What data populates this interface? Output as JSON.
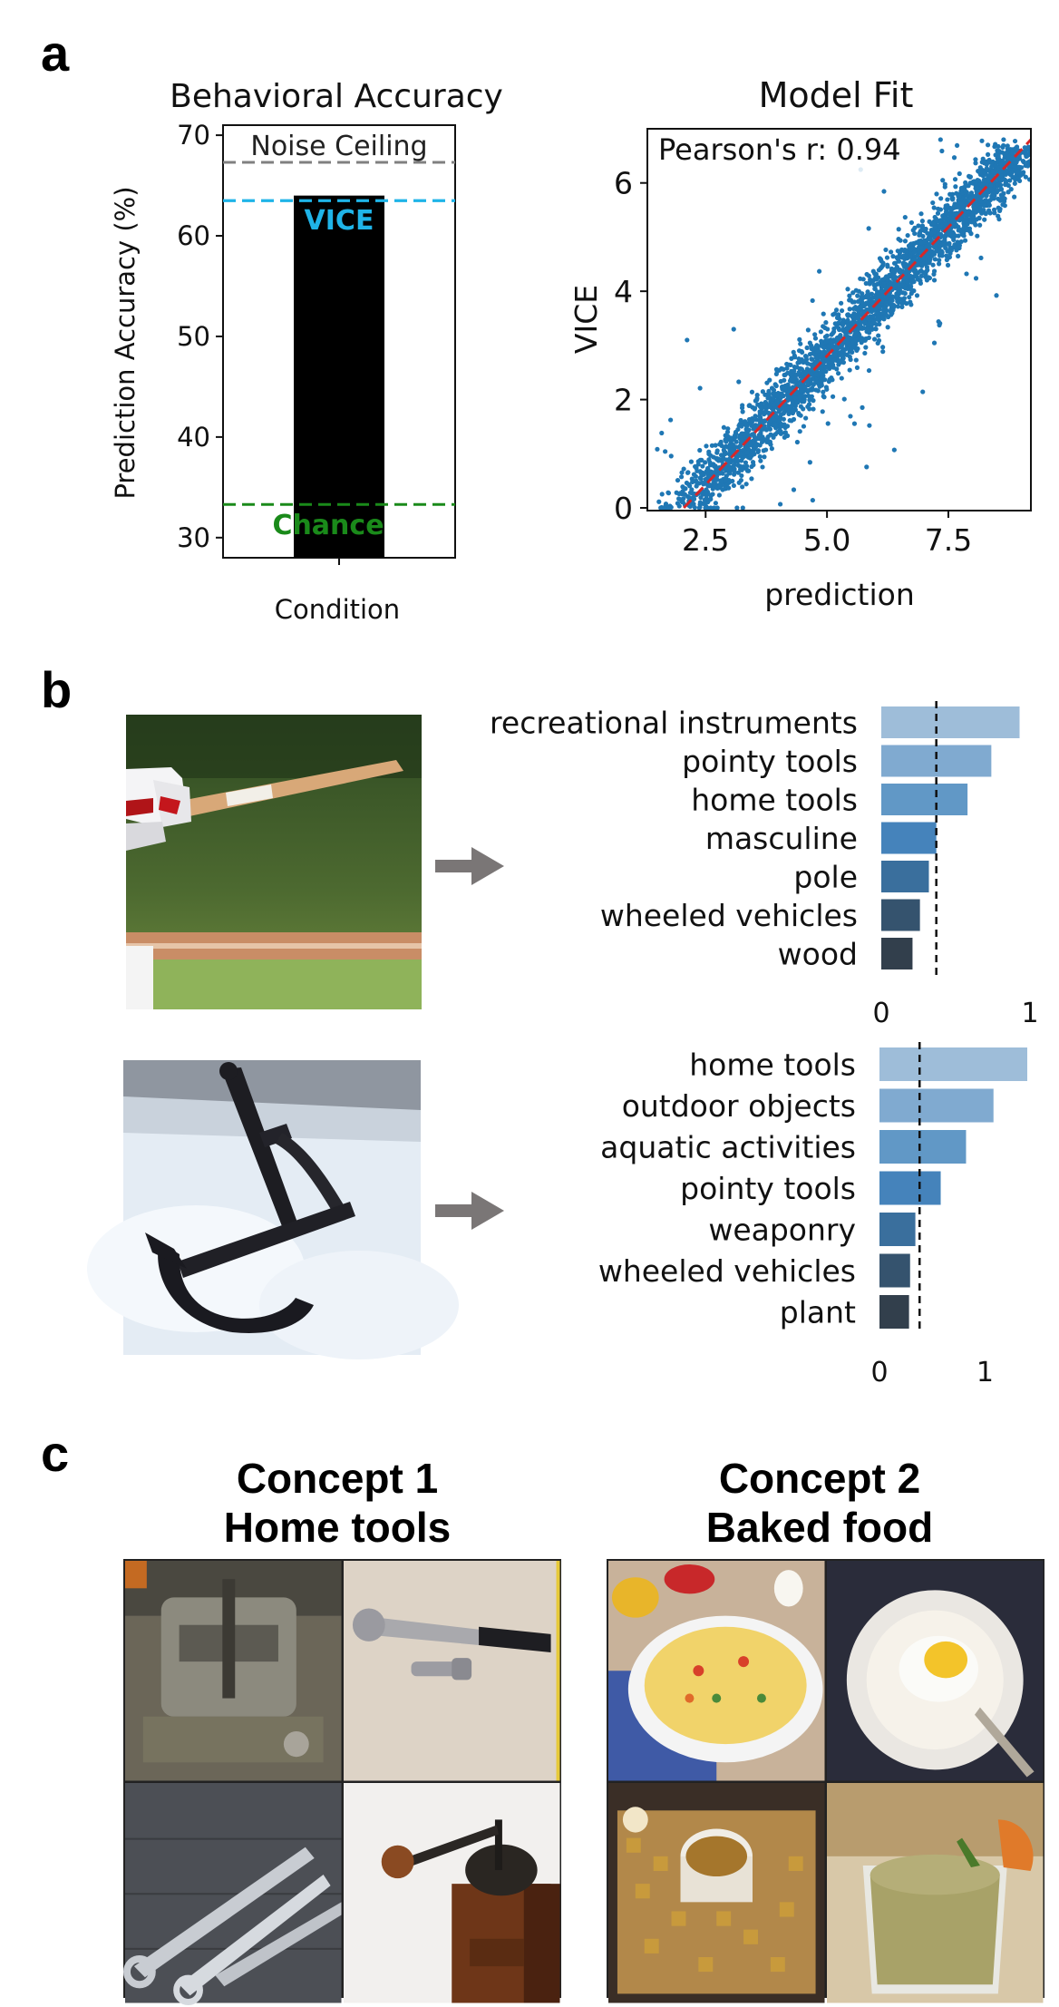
{
  "panel_labels": {
    "a": "a",
    "b": "b",
    "c": "c"
  },
  "chart_data": [
    {
      "type": "bar",
      "title": "Behavioral Accuracy",
      "xlabel": "Condition",
      "ylabel": "Prediction Accuracy (%)",
      "categories": [
        ""
      ],
      "values": [
        64
      ],
      "ylim": [
        28,
        71
      ],
      "yticks": [
        "30",
        "40",
        "50",
        "60",
        "70"
      ],
      "bar_color": "#000000",
      "reference_lines": [
        {
          "label": "Noise Ceiling",
          "value": 67.3,
          "color": "#808080"
        },
        {
          "label": "VICE",
          "value": 63.5,
          "color": "#1fb4e8"
        },
        {
          "label": "Chance",
          "value": 33.3,
          "color": "#1a8a1a"
        }
      ]
    },
    {
      "type": "scatter",
      "title": "Model Fit",
      "xlabel": "prediction",
      "ylabel": "VICE",
      "xlim": [
        1.3,
        9.2
      ],
      "ylim": [
        -0.05,
        7.0
      ],
      "xticks": [
        "2.5",
        "5.0",
        "7.5"
      ],
      "yticks": [
        "0",
        "2",
        "4",
        "6"
      ],
      "annotation": "Pearson's r: 0.94",
      "point_color": "#1f77b4",
      "fit_line_color": "#d62728",
      "fit_line": {
        "x": [
          2.05,
          9.2
        ],
        "y": [
          0,
          6.8
        ]
      },
      "points_summary": "dense cloud along y = 0.95*(x-2.05), spread ~0.5"
    },
    {
      "type": "bar",
      "orientation": "horizontal",
      "categories": [
        "recreational instruments",
        "pointy tools",
        "home tools",
        "masculine",
        "pole",
        "wheeled vehicles",
        "wood"
      ],
      "values": [
        0.93,
        0.74,
        0.58,
        0.37,
        0.32,
        0.26,
        0.21
      ],
      "xlim": [
        0,
        1.0
      ],
      "xticks": [
        "0",
        "1"
      ],
      "threshold": 0.37,
      "bar_colors": [
        "#9ebdd9",
        "#80aad0",
        "#6198c6",
        "#4583bb",
        "#3a6f9d",
        "#35536e",
        "#323f4c"
      ]
    },
    {
      "type": "bar",
      "orientation": "horizontal",
      "categories": [
        "home tools",
        "outdoor objects",
        "aquatic activities",
        "pointy tools",
        "weaponry",
        "wheeled vehicles",
        "plant"
      ],
      "values": [
        1.4,
        1.08,
        0.82,
        0.58,
        0.34,
        0.29,
        0.28
      ],
      "xlim": [
        0,
        1.4
      ],
      "xticks": [
        "0",
        "1"
      ],
      "threshold": 0.38,
      "bar_colors": [
        "#9ebdd9",
        "#80aad0",
        "#6198c6",
        "#4583bb",
        "#3a6f9d",
        "#35536e",
        "#323f4c"
      ]
    }
  ],
  "concepts": [
    {
      "line1": "Concept 1",
      "line2": "Home tools"
    },
    {
      "line1": "Concept 2",
      "line2": "Baked food"
    }
  ]
}
